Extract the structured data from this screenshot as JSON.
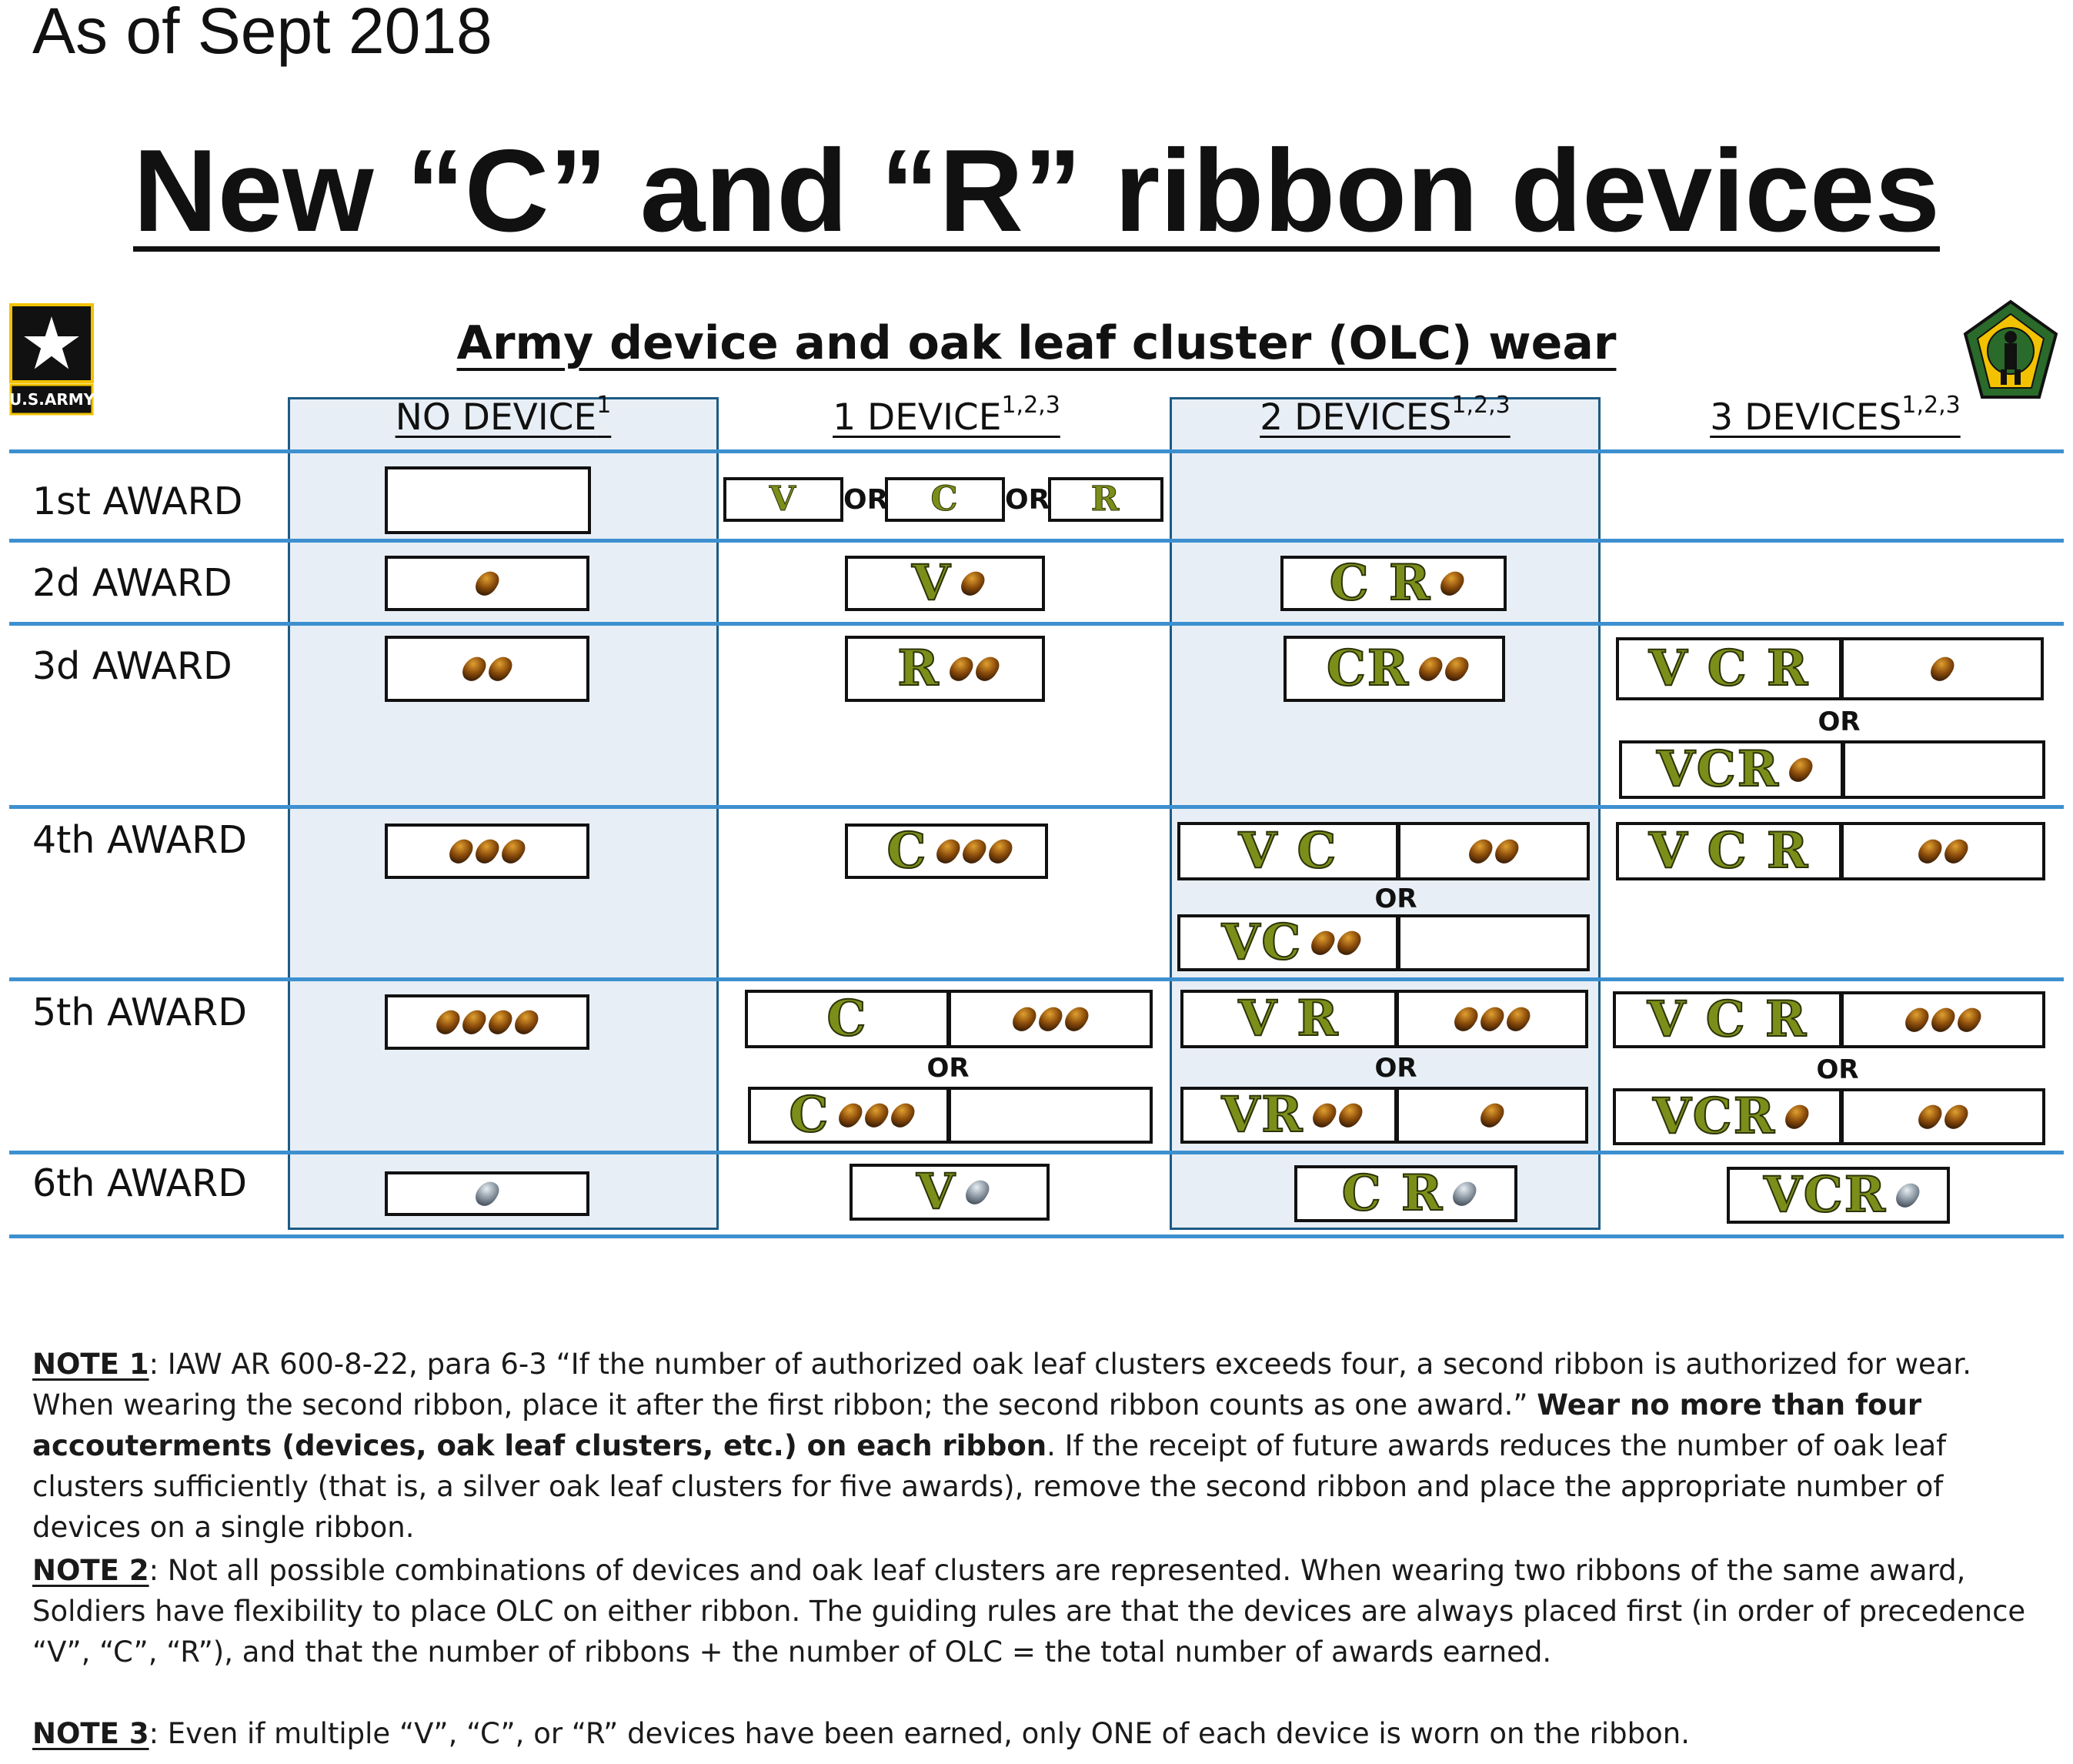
{
  "header": {
    "as_of": "As of Sept 2018",
    "title": "New “C” and “R” ribbon devices",
    "subtitle": "Army device and oak leaf cluster (OLC) wear"
  },
  "logos": {
    "left_text": "U.S.ARMY",
    "left_colors": {
      "background": "#111111",
      "accent": "#f2c200"
    },
    "right_colors": {
      "background": "#2a6a2a",
      "accent": "#f2c200"
    }
  },
  "columns": [
    {
      "label": "NO DEVICE",
      "sup": "1"
    },
    {
      "label": "1 DEVICE",
      "sup": "1,2,3"
    },
    {
      "label": "2 DEVICES",
      "sup": "1,2,3"
    },
    {
      "label": "3 DEVICES",
      "sup": "1,2,3"
    }
  ],
  "rows": [
    "1st AWARD",
    "2d AWARD",
    "3d AWARD",
    "4th AWARD",
    "5th AWARD",
    "6th AWARD"
  ],
  "ribbon_text": {
    "V": "V",
    "C": "C",
    "R": "R",
    "VC": "V C",
    "VCs": "VC",
    "VR": "V R",
    "VRs": "VR",
    "CR": "C R",
    "CRs": "CR",
    "VCR": "V C R",
    "VCRs": "VCR"
  },
  "or_label": "OR",
  "colors": {
    "grid_line": "#3d90d0",
    "shade": "#e7eef5",
    "device_letter": "#7c8e1a",
    "olc_bronze": "#8a4b0a",
    "olc_silver": "#8a96a2"
  },
  "notes": {
    "n1_label": "NOTE 1",
    "n1_a": ":  IAW AR 600-8-22, para 6-3 “If the number of authorized oak leaf clusters exceeds four, a second ribbon is authorized for wear. When wearing the second ribbon, place it after the first ribbon; the second ribbon counts as one award.” ",
    "n1_b": "Wear no more than four accouterments (devices, oak leaf clusters, etc.) on each ribbon",
    "n1_c": ". If the receipt of future awards reduces the number of oak leaf clusters sufficiently (that is, a silver oak leaf clusters for five awards), remove the second ribbon and place the appropriate number of devices on a single ribbon.",
    "n2_label": "NOTE 2",
    "n2_text": ":  Not all possible combinations of devices and oak leaf clusters are represented.  When wearing two ribbons of the same award, Soldiers have flexibility to place OLC on either ribbon.  The guiding rules are that the devices are always placed first (in order of precedence “V”, “C”, “R”), and that the number of ribbons + the number of OLC = the total number of awards earned.",
    "n3_label": "NOTE 3",
    "n3_text": ":  Even if multiple “V”, “C”, or “R” devices have been earned, only ONE of each device is worn on the ribbon."
  }
}
